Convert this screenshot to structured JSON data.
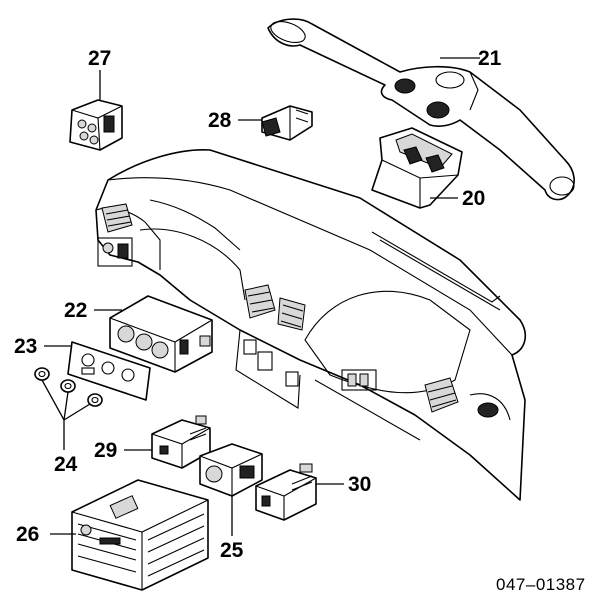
{
  "callouts": {
    "c20": "20",
    "c21": "21",
    "c22": "22",
    "c23": "23",
    "c24": "24",
    "c25": "25",
    "c26": "26",
    "c27": "27",
    "c28": "28",
    "c29": "29",
    "c30": "30"
  },
  "reference_code": "047–01387"
}
